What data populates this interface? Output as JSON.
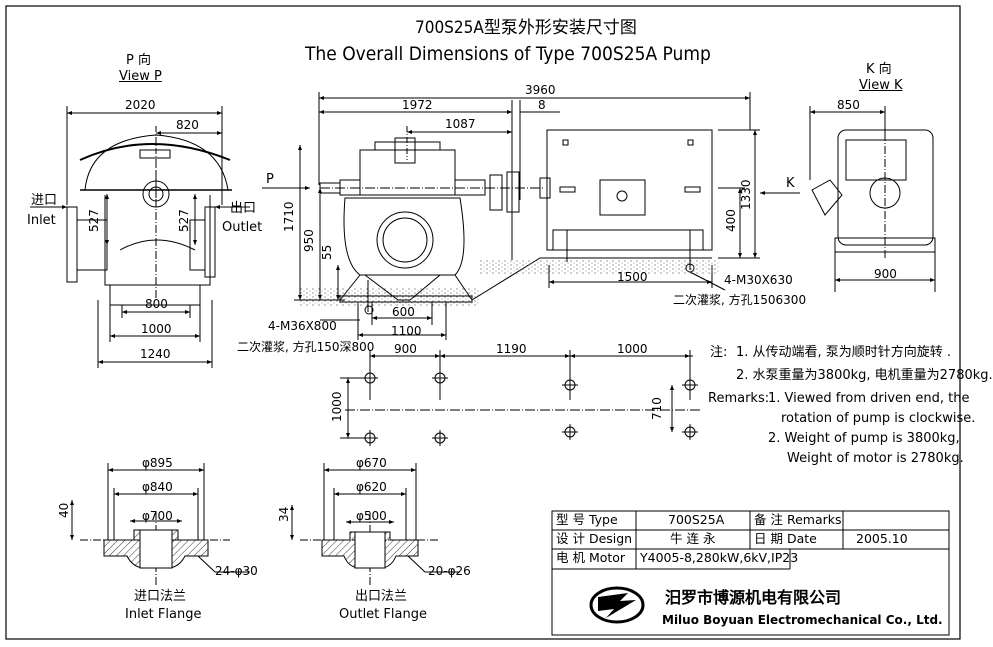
{
  "title": {
    "cn": "700S25A型泵外形安装尺寸图",
    "en": "The Overall Dimensions of Type 700S25A Pump"
  },
  "view_p": {
    "cn": "P 向",
    "en": "View P",
    "dims": {
      "width": "2020",
      "half": "820",
      "inlet_h": "527",
      "outlet_h": "527",
      "base_inner": "800",
      "base_mid": "1000",
      "base_outer": "1240"
    },
    "inlet_cn": "进口",
    "inlet_en": "Inlet",
    "outlet_cn": "出口",
    "outlet_en": "Outlet"
  },
  "front": {
    "dims": {
      "total": "3960",
      "to_coupling": "1972",
      "gap": "8",
      "half_pump": "1087",
      "h_total": "1710",
      "h_axis": "950",
      "h_base": "55",
      "foot_w": "600",
      "foot_outer": "1100",
      "motor_len": "1500",
      "motor_h": "1330",
      "motor_axis": "400"
    },
    "arrow_p": "P",
    "arrow_k": "K",
    "bolt_pump": "4-M36X800",
    "grout_pump": "二次灌浆, 方孔150深800",
    "bolt_motor": "4-M30X630",
    "grout_motor": "二次灌浆, 方孔1506300"
  },
  "view_k": {
    "cn": "K 向",
    "en": "View K",
    "dims": {
      "top": "850",
      "bottom": "900"
    }
  },
  "plan": {
    "dims": {
      "a": "900",
      "b": "1190",
      "c": "1000",
      "v1": "1000",
      "v2": "710"
    }
  },
  "notes": {
    "cn_label": "注:",
    "cn1": "1. 从传动端看, 泵为顺时针方向旋转 .",
    "cn2": "2. 水泵重量为3800kg, 电机重量为2780kg.",
    "en_label": "Remarks:",
    "en1a": "1. Viewed from driven end, the",
    "en1b": "rotation of pump is  clockwise.",
    "en2a": "2. Weight of pump is 3800kg,",
    "en2b": "Weight of motor is 2780kg."
  },
  "inlet_flange": {
    "d1": "φ895",
    "d2": "φ840",
    "d3": "φ700",
    "thk": "40",
    "holes": "24-φ30",
    "cn": "进口法兰",
    "en": "Inlet Flange"
  },
  "outlet_flange": {
    "d1": "φ670",
    "d2": "φ620",
    "d3": "φ500",
    "thk": "34",
    "holes": "20-φ26",
    "cn": "出口法兰",
    "en": "Outlet Flange"
  },
  "title_block": {
    "type_label": "型 号 Type",
    "type_value": "700S25A",
    "remarks_label": "备 注 Remarks",
    "design_label": "设 计 Design",
    "designer": "牛 连 永",
    "date_label": "日 期 Date",
    "date_value": "2005.10",
    "motor_label": "电 机 Motor",
    "motor_value": "Y4005-8,280kW,6kV,IP23",
    "company_cn": "汨罗市博源机电有限公司",
    "company_en": "Miluo Boyuan Electromechanical Co., Ltd."
  }
}
